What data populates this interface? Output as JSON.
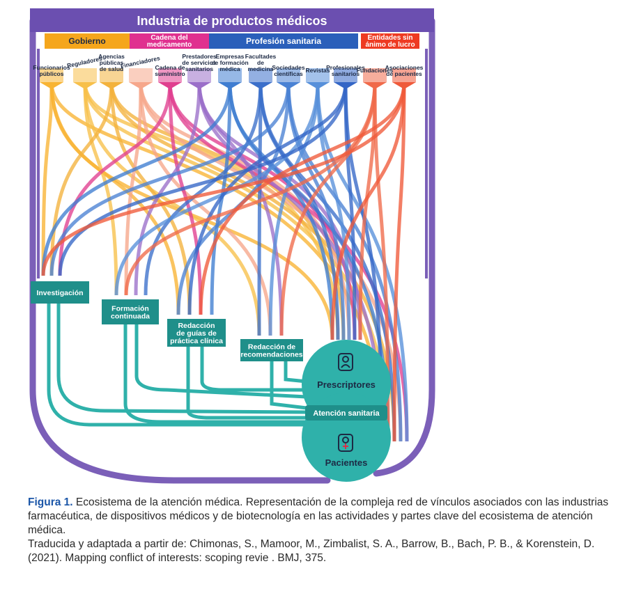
{
  "diagram": {
    "title": "Industria de productos médicos",
    "groups": [
      {
        "key": "gov",
        "label": "Gobierno",
        "color": "#f5a61c"
      },
      {
        "key": "supply",
        "label_lines": [
          "Cadena del",
          "medicamento"
        ],
        "color": "#e0308f"
      },
      {
        "key": "health",
        "label": "Profesión sanitaria",
        "color": "#2a5fba"
      },
      {
        "key": "npo",
        "label_lines": [
          "Entidades sin",
          "ánimo de lucro"
        ],
        "color": "#ee3a22"
      }
    ],
    "sources": [
      {
        "name": "Funcionarios públicos",
        "lines": [
          "Funcionarios",
          "públicos"
        ],
        "color": "#f8b433"
      },
      {
        "name": "Reguladores",
        "lines": [
          "Reguladores"
        ],
        "color": "#f7c04a"
      },
      {
        "name": "Agencias públicas de salud",
        "lines": [
          "Agencias",
          "públicas",
          "de salud"
        ],
        "color": "#f3b23c"
      },
      {
        "name": "Financiadores",
        "lines": [
          "Financiadores"
        ],
        "color": "#f6a78b"
      },
      {
        "name": "Cadena de suministro",
        "lines": [
          "Cadena de",
          "suministro"
        ],
        "color": "#e03f8f"
      },
      {
        "name": "Prestadores de servicios sanitarios",
        "lines": [
          "Prestadores",
          "de servicios",
          "sanitarios"
        ],
        "color": "#9b6fc9"
      },
      {
        "name": "Empresas de formación médica",
        "lines": [
          "Empresas",
          "de formación",
          "médica"
        ],
        "color": "#3f7dd1"
      },
      {
        "name": "Facultades de medicina",
        "lines": [
          "Facultades",
          "de",
          "medicina"
        ],
        "color": "#3b6fca"
      },
      {
        "name": "Sociedades científicas",
        "lines": [
          "Sociedades",
          "científicas"
        ],
        "color": "#4a82d4"
      },
      {
        "name": "Revistas",
        "lines": [
          "Revistas"
        ],
        "color": "#5790da"
      },
      {
        "name": "Profesionales sanitarios",
        "lines": [
          "Profesionales",
          "sanitarios"
        ],
        "color": "#3466c6"
      },
      {
        "name": "Fundaciones",
        "lines": [
          "Fundaciones"
        ],
        "color": "#f06a4a"
      },
      {
        "name": "Asociaciones de pacientes",
        "lines": [
          "Asociaciones",
          "de pacientes"
        ],
        "color": "#ef5a3a"
      }
    ],
    "activities": [
      {
        "name": "Investigación",
        "lines": [
          "Investigación"
        ]
      },
      {
        "name": "Formación continuada",
        "lines": [
          "Formación",
          "continuada"
        ]
      },
      {
        "name": "Redacción de guías de práctica clínica",
        "lines": [
          "Redacción",
          "de guías de",
          "práctica clínica"
        ]
      },
      {
        "name": "Redacción de recomendaciones",
        "lines": [
          "Redacción de",
          "recomendaciones"
        ]
      }
    ],
    "prescribers": "Prescriptores",
    "care": "Atención sanitaria",
    "patients": "Pacientes",
    "colors": {
      "industry": "#7b5fb8",
      "title_bg": "#6b4fb0",
      "teal": "#2fb1aa",
      "teal_dark": "#1f8f8a"
    }
  },
  "caption": {
    "figure_label": "Figura 1.",
    "text": " Ecosistema de la atención médica. Representación de la compleja red de vínculos asociados con las industrias farmacéutica, de dispositivos médicos y de biotecnología en las actividades y partes clave del ecosistema de atención médica.",
    "source": "Traducida y adaptada a partir de: Chimonas, S., Mamoor, M., Zimbalist, S. A., Barrow, B., Bach, P. B., & Korenstein, D. (2021). Mapping conflict of interests: scoping revie . BMJ, 375."
  }
}
